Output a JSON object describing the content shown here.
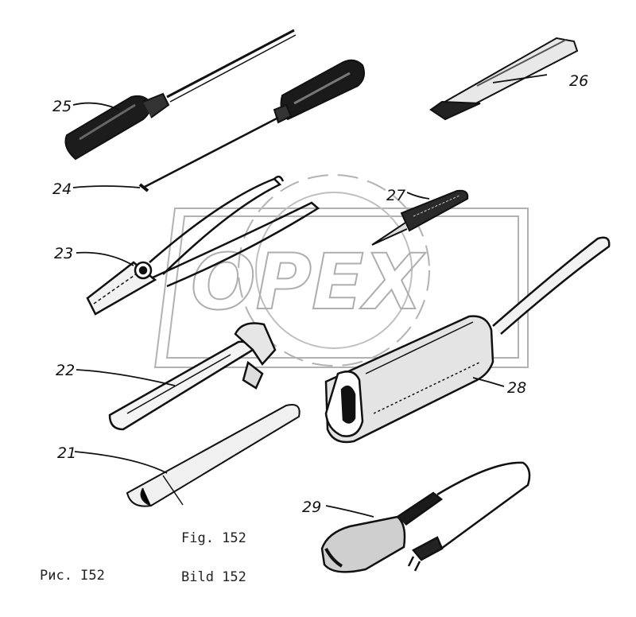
{
  "watermark": {
    "text": "OPEX"
  },
  "callouts": {
    "c21": "21",
    "c22": "22",
    "c23": "23",
    "c24": "24",
    "c25": "25",
    "c26": "26",
    "c27": "27",
    "c28": "28",
    "c29": "29"
  },
  "captions": {
    "fig": "Fig. 152",
    "ris": "Рис. I52",
    "bild": "Bild 152"
  }
}
